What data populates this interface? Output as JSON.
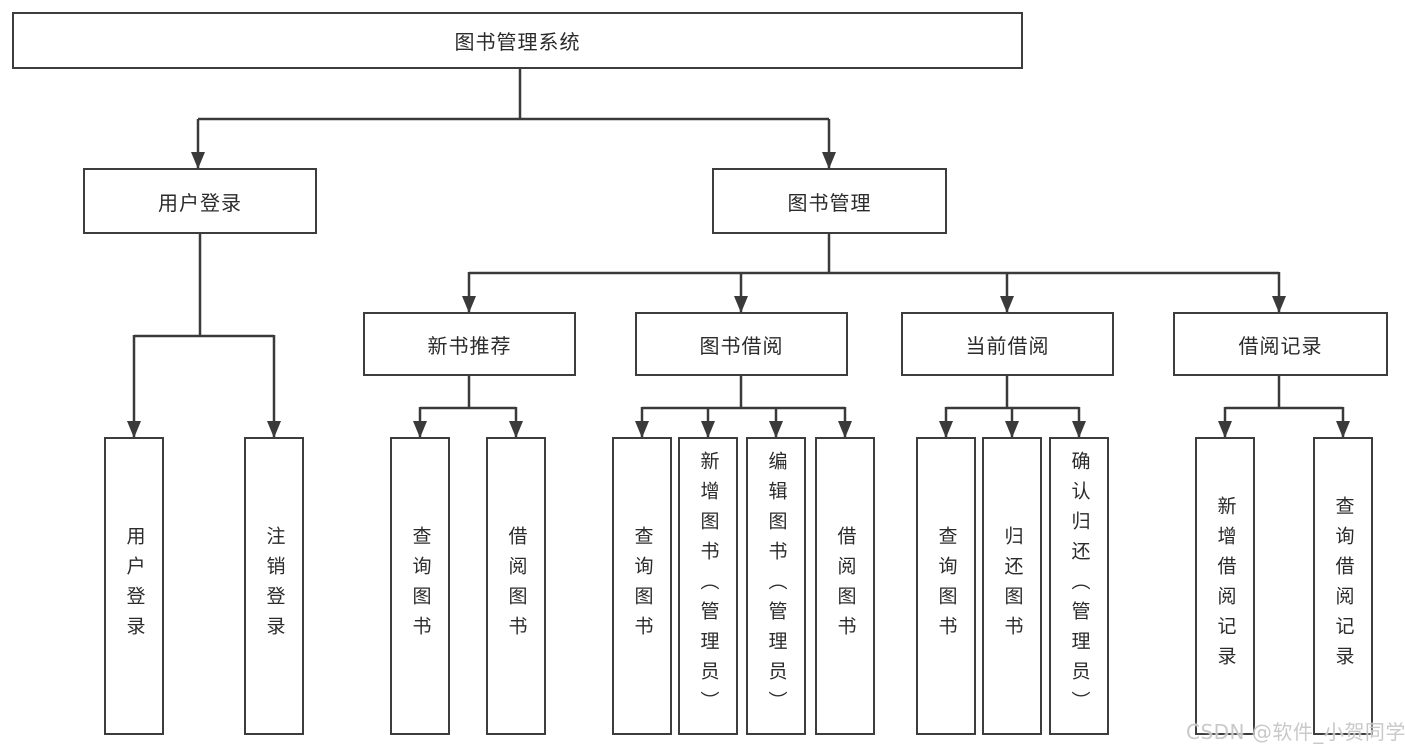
{
  "diagram": {
    "root": {
      "label": "图书管理系统"
    },
    "children": [
      {
        "label": "用户登录",
        "children": [
          {
            "label": "用户登录"
          },
          {
            "label": "注销登录"
          }
        ]
      },
      {
        "label": "图书管理",
        "children": [
          {
            "label": "新书推荐",
            "children": [
              {
                "label": "查询图书"
              },
              {
                "label": "借阅图书"
              }
            ]
          },
          {
            "label": "图书借阅",
            "children": [
              {
                "label": "查询图书"
              },
              {
                "label": "新增图书（管理员）"
              },
              {
                "label": "编辑图书（管理员）"
              },
              {
                "label": "借阅图书"
              }
            ]
          },
          {
            "label": "当前借阅",
            "children": [
              {
                "label": "查询图书"
              },
              {
                "label": "归还图书"
              },
              {
                "label": "确认归还（管理员）"
              }
            ]
          },
          {
            "label": "借阅记录",
            "children": [
              {
                "label": "新增借阅记录"
              },
              {
                "label": "查询借阅记录"
              }
            ]
          }
        ]
      }
    ]
  },
  "watermark": {
    "text": "CSDN @软件_小贺同学"
  },
  "colors": {
    "line": "#3a3a3a",
    "box_border": "#3d3d3d",
    "text": "#2b2b2b",
    "watermark": "#c6c6c6",
    "background": "#ffffff"
  }
}
